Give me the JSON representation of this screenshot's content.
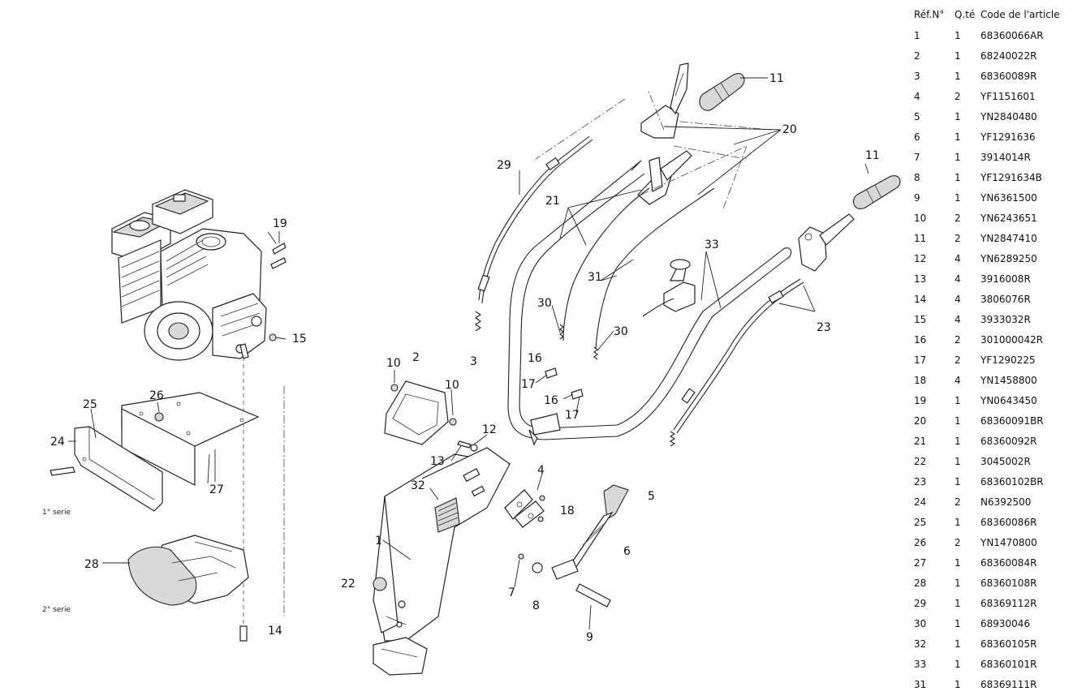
{
  "table": {
    "headers": {
      "ref": "Réf.N°",
      "qty": "Q.té",
      "code": "Code de l'article"
    },
    "rows": [
      {
        "ref": "1",
        "qty": "1",
        "code": "68360066AR"
      },
      {
        "ref": "2",
        "qty": "1",
        "code": "68240022R"
      },
      {
        "ref": "3",
        "qty": "1",
        "code": "68360089R"
      },
      {
        "ref": "4",
        "qty": "2",
        "code": "YF1151601"
      },
      {
        "ref": "5",
        "qty": "1",
        "code": "YN2840480"
      },
      {
        "ref": "6",
        "qty": "1",
        "code": "YF1291636"
      },
      {
        "ref": "7",
        "qty": "1",
        "code": "3914014R"
      },
      {
        "ref": "8",
        "qty": "1",
        "code": "YF1291634B"
      },
      {
        "ref": "9",
        "qty": "1",
        "code": "YN6361500"
      },
      {
        "ref": "10",
        "qty": "2",
        "code": "YN6243651"
      },
      {
        "ref": "11",
        "qty": "2",
        "code": "YN2847410"
      },
      {
        "ref": "12",
        "qty": "4",
        "code": "YN6289250"
      },
      {
        "ref": "13",
        "qty": "4",
        "code": "3916008R"
      },
      {
        "ref": "14",
        "qty": "4",
        "code": "3806076R"
      },
      {
        "ref": "15",
        "qty": "4",
        "code": "3933032R"
      },
      {
        "ref": "16",
        "qty": "2",
        "code": "301000042R"
      },
      {
        "ref": "17",
        "qty": "2",
        "code": "YF1290225"
      },
      {
        "ref": "18",
        "qty": "4",
        "code": "YN1458800"
      },
      {
        "ref": "19",
        "qty": "1",
        "code": "YN0643450"
      },
      {
        "ref": "20",
        "qty": "1",
        "code": "68360091BR"
      },
      {
        "ref": "21",
        "qty": "1",
        "code": "68360092R"
      },
      {
        "ref": "22",
        "qty": "1",
        "code": "3045002R"
      },
      {
        "ref": "23",
        "qty": "1",
        "code": "68360102BR"
      },
      {
        "ref": "24",
        "qty": "2",
        "code": "N6392500"
      },
      {
        "ref": "25",
        "qty": "1",
        "code": "68360086R"
      },
      {
        "ref": "26",
        "qty": "2",
        "code": "YN1470800"
      },
      {
        "ref": "27",
        "qty": "1",
        "code": "68360084R"
      },
      {
        "ref": "28",
        "qty": "1",
        "code": "68360108R"
      },
      {
        "ref": "29",
        "qty": "1",
        "code": "68369112R"
      },
      {
        "ref": "30",
        "qty": "1",
        "code": "68930046"
      },
      {
        "ref": "32",
        "qty": "1",
        "code": "68360105R"
      },
      {
        "ref": "33",
        "qty": "1",
        "code": "68360101R"
      },
      {
        "ref": "31",
        "qty": "1",
        "code": "68369111R"
      }
    ]
  },
  "diagram": {
    "series_notes": {
      "first": "1° serie",
      "second": "2° serie"
    },
    "callouts": {
      "c1": "1",
      "c2": "2",
      "c3": "3",
      "c4": "4",
      "c5": "5",
      "c6": "6",
      "c7": "7",
      "c8": "8",
      "c9": "9",
      "c10a": "10",
      "c10b": "10",
      "c11a": "11",
      "c11b": "11",
      "c12": "12",
      "c13": "13",
      "c14": "14",
      "c15": "15",
      "c16a": "16",
      "c16b": "16",
      "c17a": "17",
      "c17b": "17",
      "c18": "18",
      "c19": "19",
      "c20": "20",
      "c21": "21",
      "c22": "22",
      "c23": "23",
      "c24": "24",
      "c25": "25",
      "c26": "26",
      "c27": "27",
      "c28": "28",
      "c29": "29",
      "c30a": "30",
      "c30b": "30",
      "c31": "31",
      "c32": "32",
      "c33": "33"
    }
  }
}
